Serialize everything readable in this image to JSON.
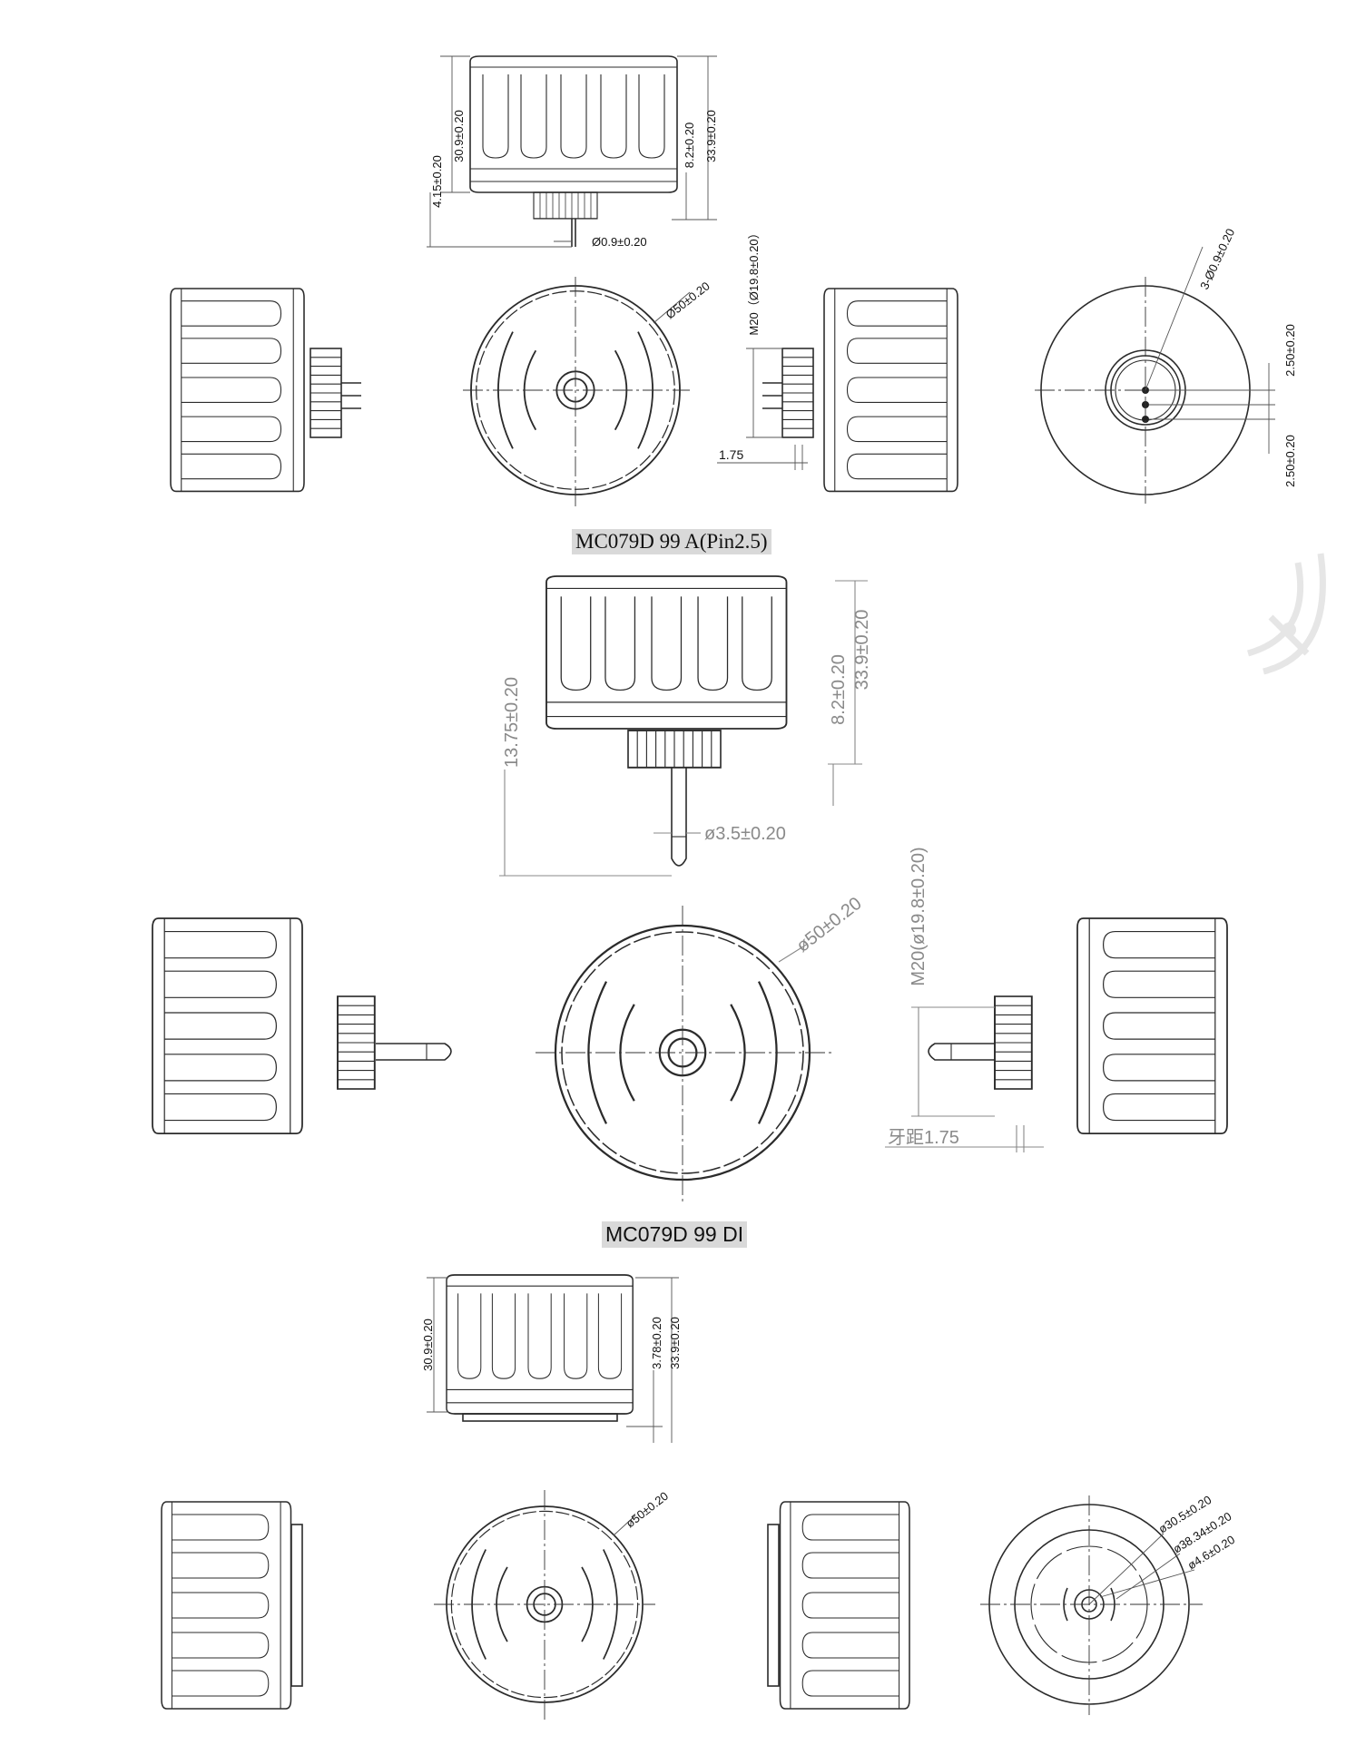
{
  "captions": {
    "model_a": "MC079D 99 A(Pin2.5)",
    "model_di": "MC079D 99 DI"
  },
  "view1": {
    "dims": {
      "height_body": "30.9±0.20",
      "height_total": "33.9±0.20",
      "thread_len": "8.2±0.20",
      "pin_len": "4.15±0.20",
      "pin_dia": "Ø0.9±0.20",
      "outer_dia": "Ø50±0.20",
      "thread": "M20（Ø19.8±0.20）",
      "pitch": "1.75",
      "pins": "3-Ø0.9±0.20",
      "pin_spacing_top": "2.50±0.20",
      "pin_spacing_bottom": "2.50±0.20"
    }
  },
  "view2": {
    "dims": {
      "height_total": "33.9±0.20",
      "thread_len": "8.2±0.20",
      "plug_len": "13.75±0.20",
      "plug_dia": "ø3.5±0.20",
      "outer_dia": "ø50±0.20",
      "thread": "M20(ø19.8±0.20)",
      "pitch": "牙距1.75"
    }
  },
  "view3": {
    "dims": {
      "height_body": "30.9±0.20",
      "base_height": "3.78±0.20",
      "height_total": "33.9±0.20",
      "outer_dia": "ø50±0.20",
      "dia_1": "ø30.5±0.20",
      "dia_2": "ø38.34±0.20",
      "dia_3": "ø4.6±0.20"
    }
  },
  "icons": {
    "watermark": "registered-mark-logo"
  }
}
